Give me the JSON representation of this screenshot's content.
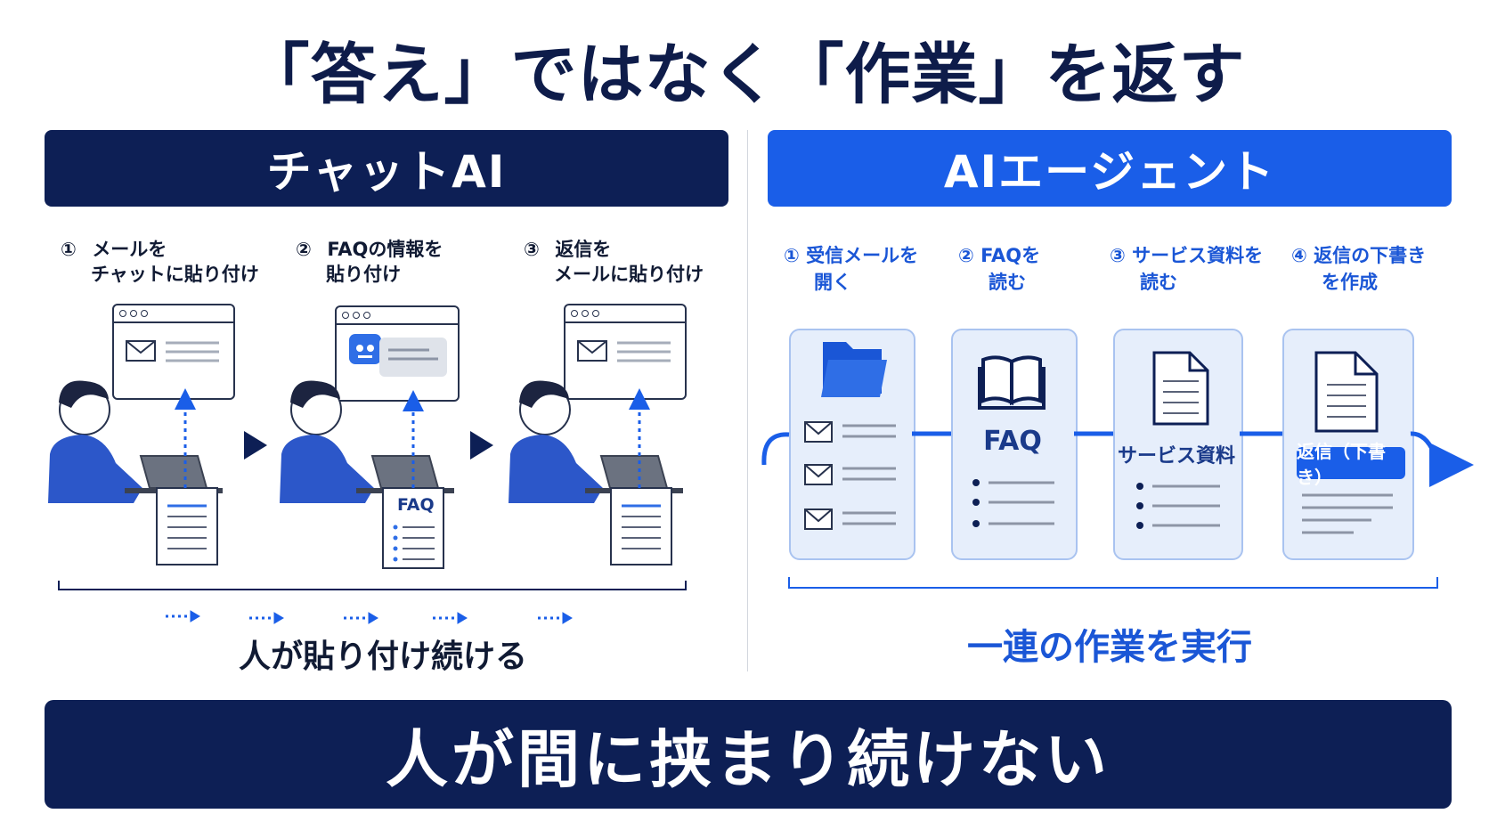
{
  "title": "「答え」ではなく「作業」を返す",
  "chat": {
    "header": "チャットAI",
    "steps": [
      {
        "num": "①",
        "line1": "メールを",
        "line2": "チャットに貼り付け"
      },
      {
        "num": "②",
        "line1": "FAQの情報を",
        "line2": "貼り付け"
      },
      {
        "num": "③",
        "line1": "返信を",
        "line2": "メールに貼り付け"
      }
    ],
    "faq_doc_label": "FAQ",
    "caption": "人が貼り付け続ける"
  },
  "agent": {
    "header": "AIエージェント",
    "steps": [
      {
        "num": "①",
        "line1": "受信メールを",
        "line2": "開く"
      },
      {
        "num": "②",
        "line1": "FAQを",
        "line2": "読む"
      },
      {
        "num": "③",
        "line1": "サービス資料を",
        "line2": "読む"
      },
      {
        "num": "④",
        "line1": "返信の下書き",
        "line2": "を作成"
      }
    ],
    "faq_card_label": "FAQ",
    "service_card_label": "サービス資料",
    "reply_badge": "返信（下書き）",
    "caption": "一連の作業を実行"
  },
  "bottom_banner": "人が間に挟まり続けない",
  "colors": {
    "navy": "#0d1f55",
    "blue": "#1a5ee8",
    "card_bg": "#e6eefb",
    "card_border": "#a9c3f0"
  }
}
